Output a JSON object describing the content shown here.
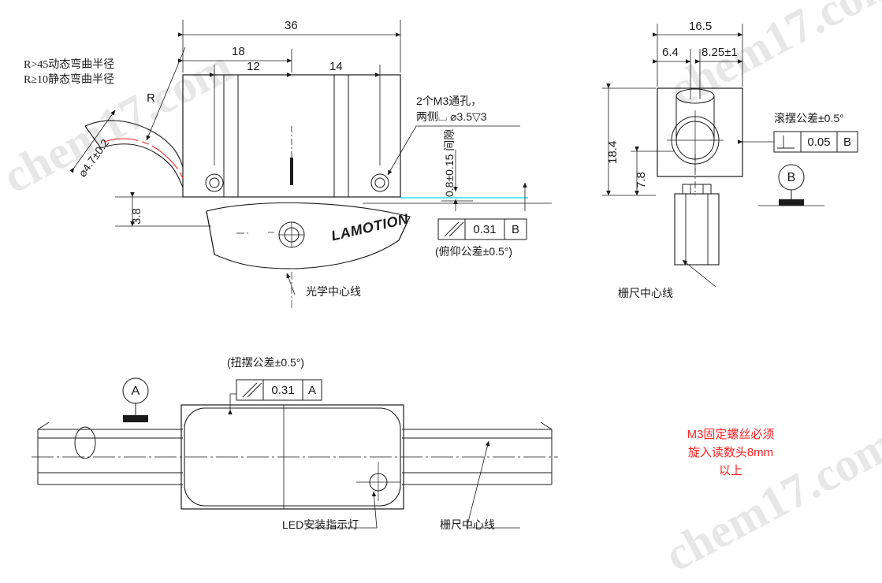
{
  "drawing": {
    "title": "Read head mounting technical drawing",
    "brand_text": "LAMOTION",
    "watermark": "chem17.com"
  },
  "views": {
    "front": {
      "dimensions": {
        "overall_width": "36",
        "left_hole_offset": "18",
        "inner_left": "12",
        "inner_right": "14",
        "height_below": "3.8",
        "cable_diameter": "⌀4.7±0.2",
        "bend_radius_leader": "R",
        "gap": "0.8±0.15 间隙"
      },
      "notes": {
        "bend_dynamic": "R>45动态弯曲半径",
        "bend_static": "R≥10静态弯曲半径",
        "holes_line1": "2个M3通孔，",
        "holes_line2": "两侧⌴ ⌀3.5▽3",
        "optical_centerline": "光学中心线"
      },
      "gdt": {
        "symbol": "//",
        "value": "0.31",
        "datum": "B",
        "caption": "(俯仰公差±0.5°)"
      }
    },
    "side": {
      "dimensions": {
        "overall_width": "16.5",
        "left_offset": "6.4",
        "right_offset": "8.25±1",
        "overall_height": "18.4",
        "lower_height": "7.8"
      },
      "notes": {
        "scale_centerline": "栅尺中心线"
      },
      "gdt": {
        "caption": "滚摆公差±0.5°",
        "symbol": "⊥",
        "value": "0.05",
        "datum": "B"
      },
      "datum_label": "B"
    },
    "top": {
      "gdt": {
        "caption": "(扭摆公差±0.5°)",
        "symbol": "//",
        "value": "0.31",
        "datum": "A"
      },
      "datum_label": "A",
      "notes": {
        "led_indicator": "LED安装指示灯",
        "scale_centerline": "栅尺中心线"
      },
      "warning": {
        "line1": "M3固定螺丝必须",
        "line2": "旋入读数头8mm",
        "line3": "以上",
        "color": "#ff2020"
      }
    }
  }
}
